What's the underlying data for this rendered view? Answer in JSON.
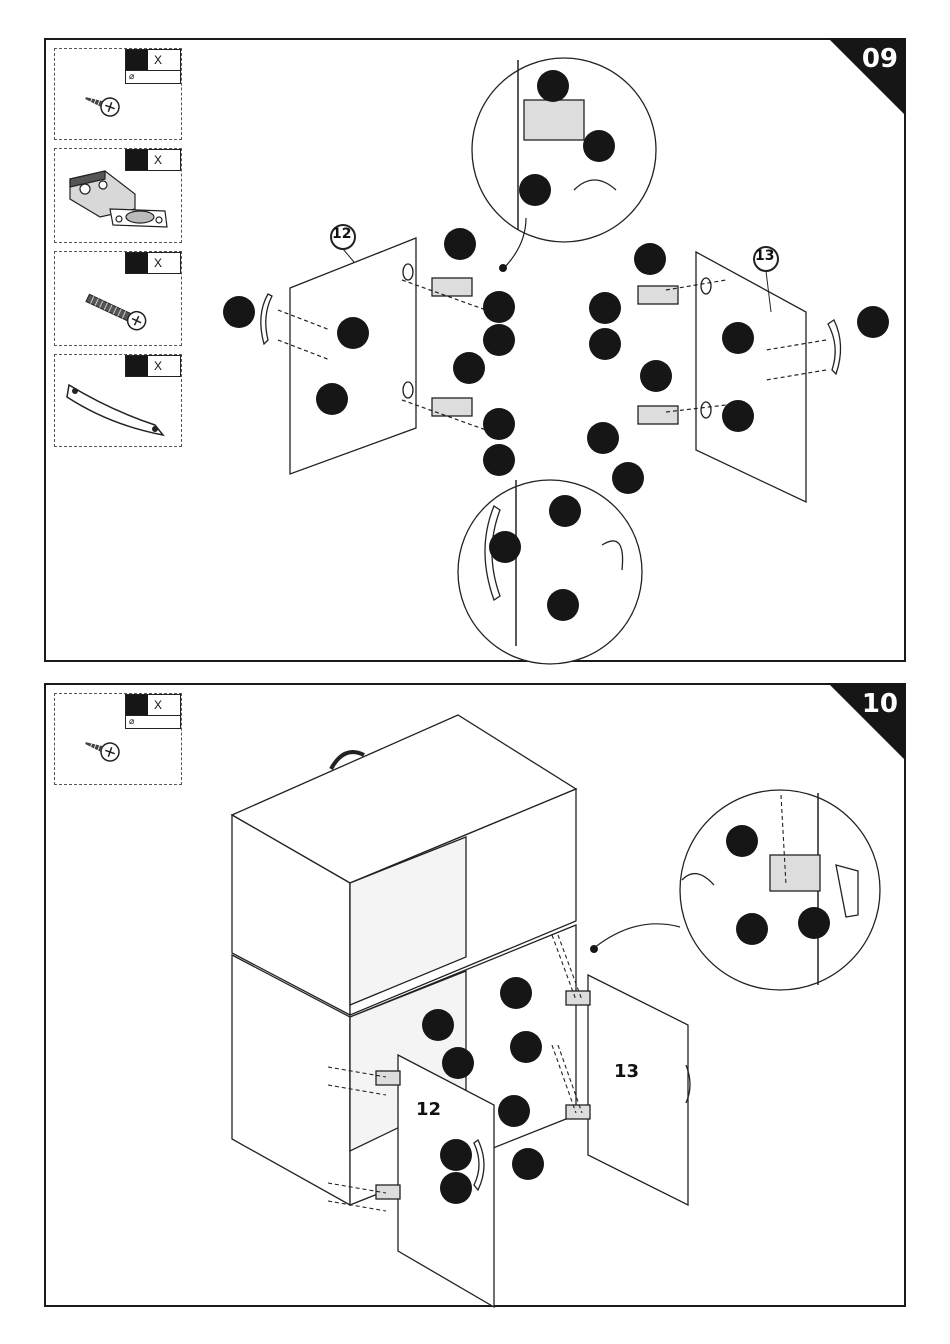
{
  "steps": [
    {
      "number": "09",
      "parts": [
        {
          "icon": "screw-icon",
          "qty": "X",
          "diam": "⌀"
        },
        {
          "icon": "hinge-icon",
          "qty": "X"
        },
        {
          "icon": "bolt-icon",
          "qty": "X"
        },
        {
          "icon": "handle-icon",
          "qty": "X"
        }
      ],
      "door_labels": {
        "left": "12",
        "right": "13"
      }
    },
    {
      "number": "10",
      "parts": [
        {
          "icon": "screw-icon",
          "qty": "X",
          "diam": "⌀"
        }
      ],
      "door_labels": {
        "left": "12",
        "right": "13"
      }
    }
  ],
  "colors": {
    "ink": "#161616",
    "paper": "#ffffff"
  }
}
